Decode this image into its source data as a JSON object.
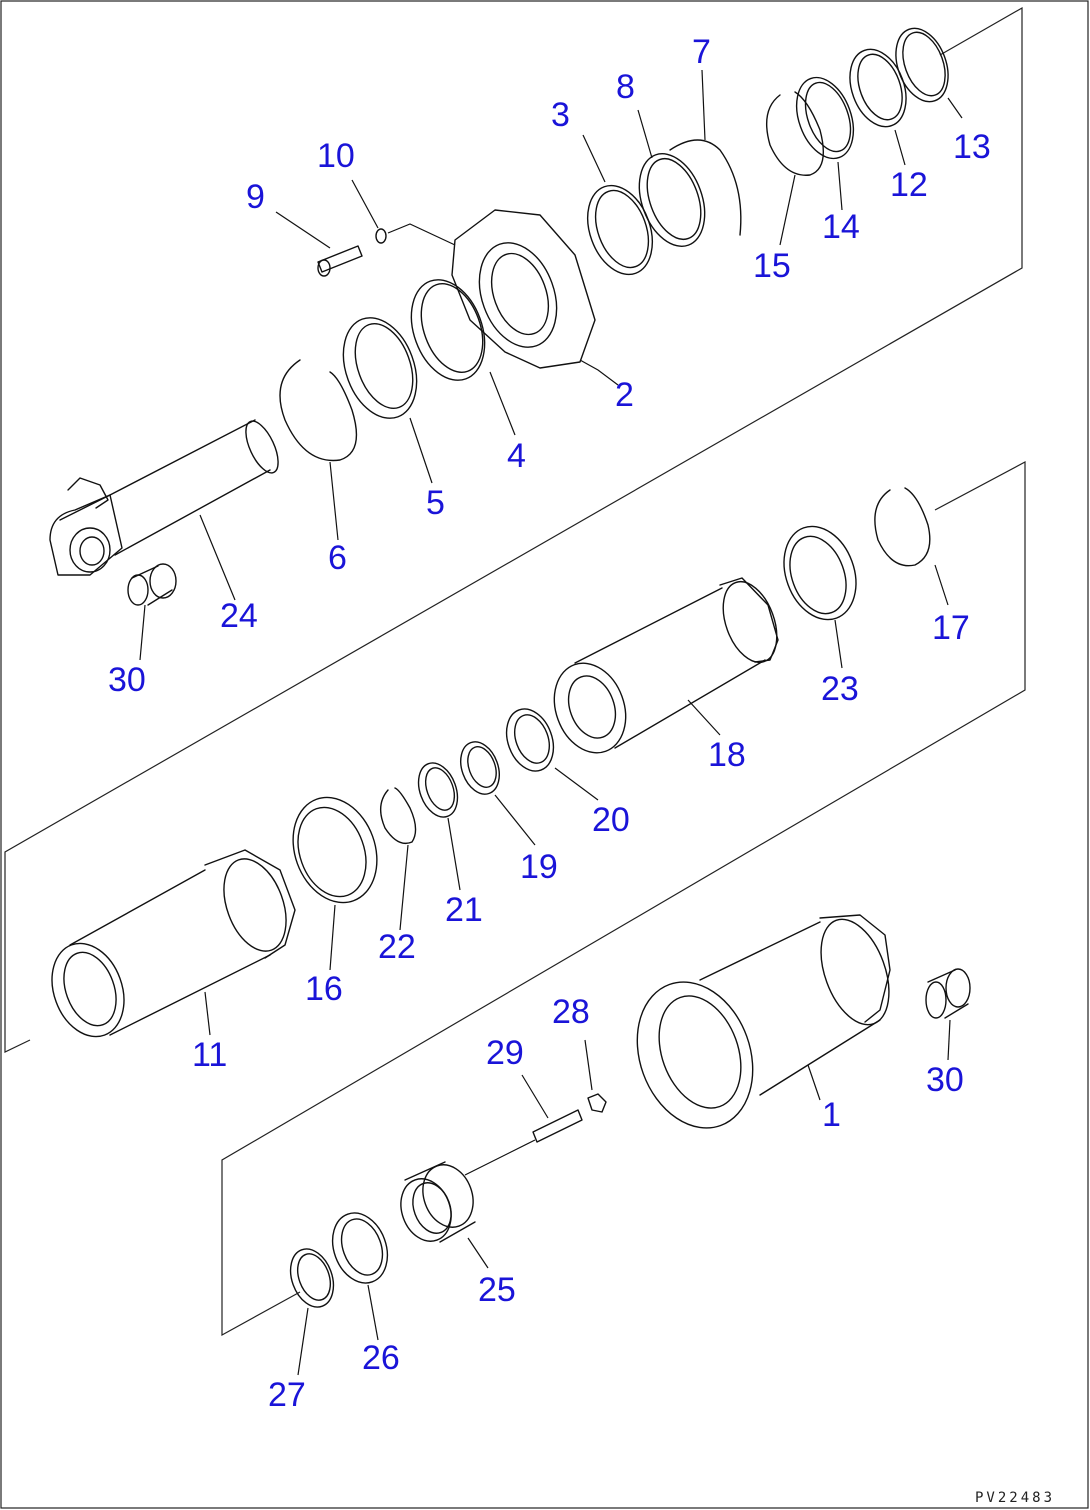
{
  "drawing_code": "PV22483",
  "callouts": [
    {
      "id": "c1",
      "text": "1"
    },
    {
      "id": "c2",
      "text": "2"
    },
    {
      "id": "c3",
      "text": "3"
    },
    {
      "id": "c4",
      "text": "4"
    },
    {
      "id": "c5",
      "text": "5"
    },
    {
      "id": "c6",
      "text": "6"
    },
    {
      "id": "c7",
      "text": "7"
    },
    {
      "id": "c8",
      "text": "8"
    },
    {
      "id": "c9",
      "text": "9"
    },
    {
      "id": "c10",
      "text": "10"
    },
    {
      "id": "c11",
      "text": "11"
    },
    {
      "id": "c12",
      "text": "12"
    },
    {
      "id": "c13",
      "text": "13"
    },
    {
      "id": "c14",
      "text": "14"
    },
    {
      "id": "c15",
      "text": "15"
    },
    {
      "id": "c16",
      "text": "16"
    },
    {
      "id": "c17",
      "text": "17"
    },
    {
      "id": "c18",
      "text": "18"
    },
    {
      "id": "c19",
      "text": "19"
    },
    {
      "id": "c20",
      "text": "20"
    },
    {
      "id": "c21",
      "text": "21"
    },
    {
      "id": "c22",
      "text": "22"
    },
    {
      "id": "c23",
      "text": "23"
    },
    {
      "id": "c24",
      "text": "24"
    },
    {
      "id": "c25",
      "text": "25"
    },
    {
      "id": "c26",
      "text": "26"
    },
    {
      "id": "c27",
      "text": "27"
    },
    {
      "id": "c28",
      "text": "28"
    },
    {
      "id": "c29",
      "text": "29"
    },
    {
      "id": "c30a",
      "text": "30"
    },
    {
      "id": "c30b",
      "text": "30"
    }
  ]
}
